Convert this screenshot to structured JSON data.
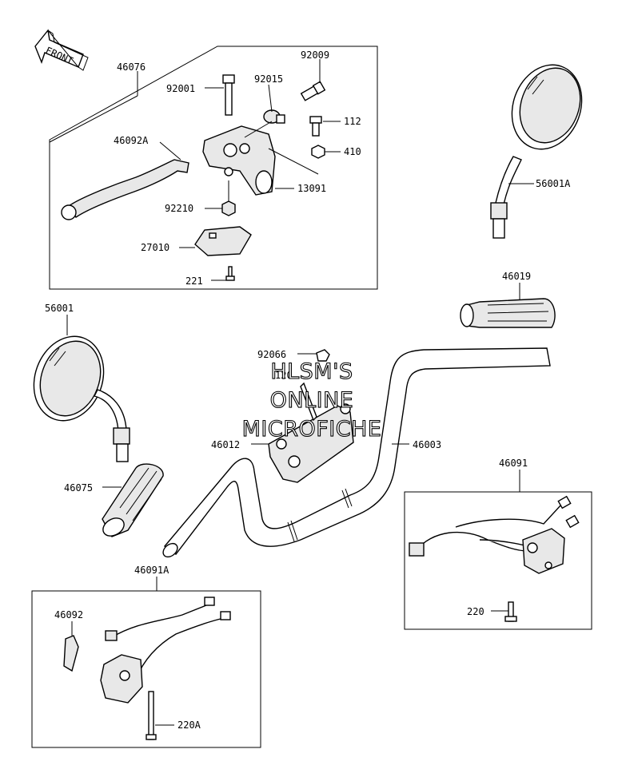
{
  "front_marker": "FRONT",
  "watermark": [
    "HLSM'S",
    "ONLINE",
    "MICROFICHE"
  ],
  "labels": {
    "p46076": "46076",
    "p92009": "92009",
    "p92001": "92001",
    "p92015": "92015",
    "p112": "112",
    "p46092A": "46092A",
    "p410": "410",
    "p13091": "13091",
    "p92210": "92210",
    "p27010": "27010",
    "p221": "221",
    "p56001A": "56001A",
    "p46019": "46019",
    "p56001": "56001",
    "p92066": "92066",
    "p120": "120",
    "p46012": "46012",
    "p46003": "46003",
    "p46075": "46075",
    "p46091": "46091",
    "p220": "220",
    "p46091A": "46091A",
    "p46092": "46092",
    "p220A": "220A"
  }
}
